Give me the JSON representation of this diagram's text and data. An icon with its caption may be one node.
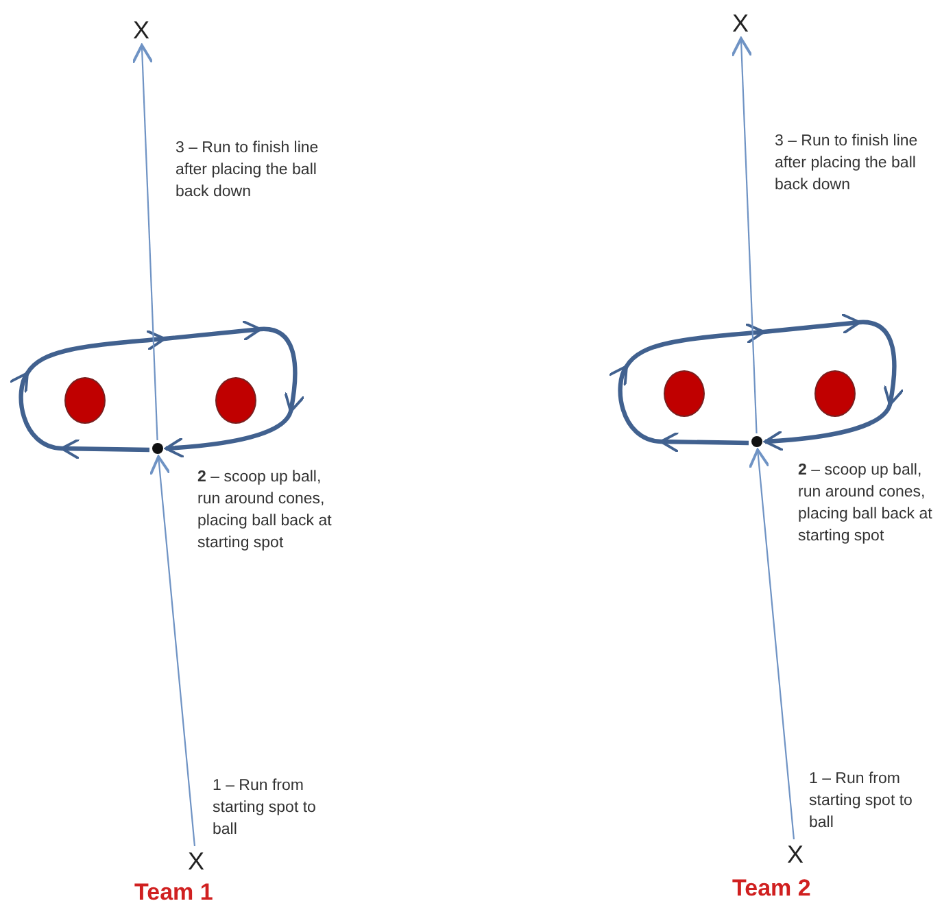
{
  "diagram": {
    "nodes": [
      {
        "text": [
          "X"
        ]
      },
      {
        "text": [],
        "shape": "circle"
      },
      {
        "text": [],
        "shape": "circle"
      },
      {
        "text": [],
        "shape": "circle"
      },
      {
        "text": [
          "X"
        ]
      },
      {
        "text": [
          "X"
        ]
      },
      {
        "text": [],
        "shape": "circle"
      },
      {
        "text": [],
        "shape": "circle"
      },
      {
        "text": [],
        "shape": "circle"
      },
      {
        "text": [
          "X"
        ]
      }
    ],
    "edges": [
      {
        "from": 4,
        "to": 3,
        "arrow": "to",
        "label": "1 – Run from starting spot to ball"
      },
      {
        "from": 3,
        "to": 3,
        "arrow": "to",
        "label": "**2** – scoop up ball, run around cones, placing ball back at starting spot",
        "style": "thick",
        "color": "#41618f"
      },
      {
        "from": 3,
        "to": 0,
        "arrow": "to",
        "label": "3 – Run to finish line after placing the ball back down"
      },
      {
        "from": 9,
        "to": 8,
        "arrow": "to",
        "label": "1 – Run from starting spot to ball"
      },
      {
        "from": 8,
        "to": 8,
        "arrow": "to",
        "label": "**2** – scoop up ball, run around cones, placing ball back at starting spot",
        "style": "thick",
        "color": "#41618f"
      },
      {
        "from": 8,
        "to": 5,
        "arrow": "to",
        "label": "3 – Run to finish line after placing the ball back down"
      }
    ],
    "labels": [
      "Team 1",
      "Team 2"
    ]
  }
}
